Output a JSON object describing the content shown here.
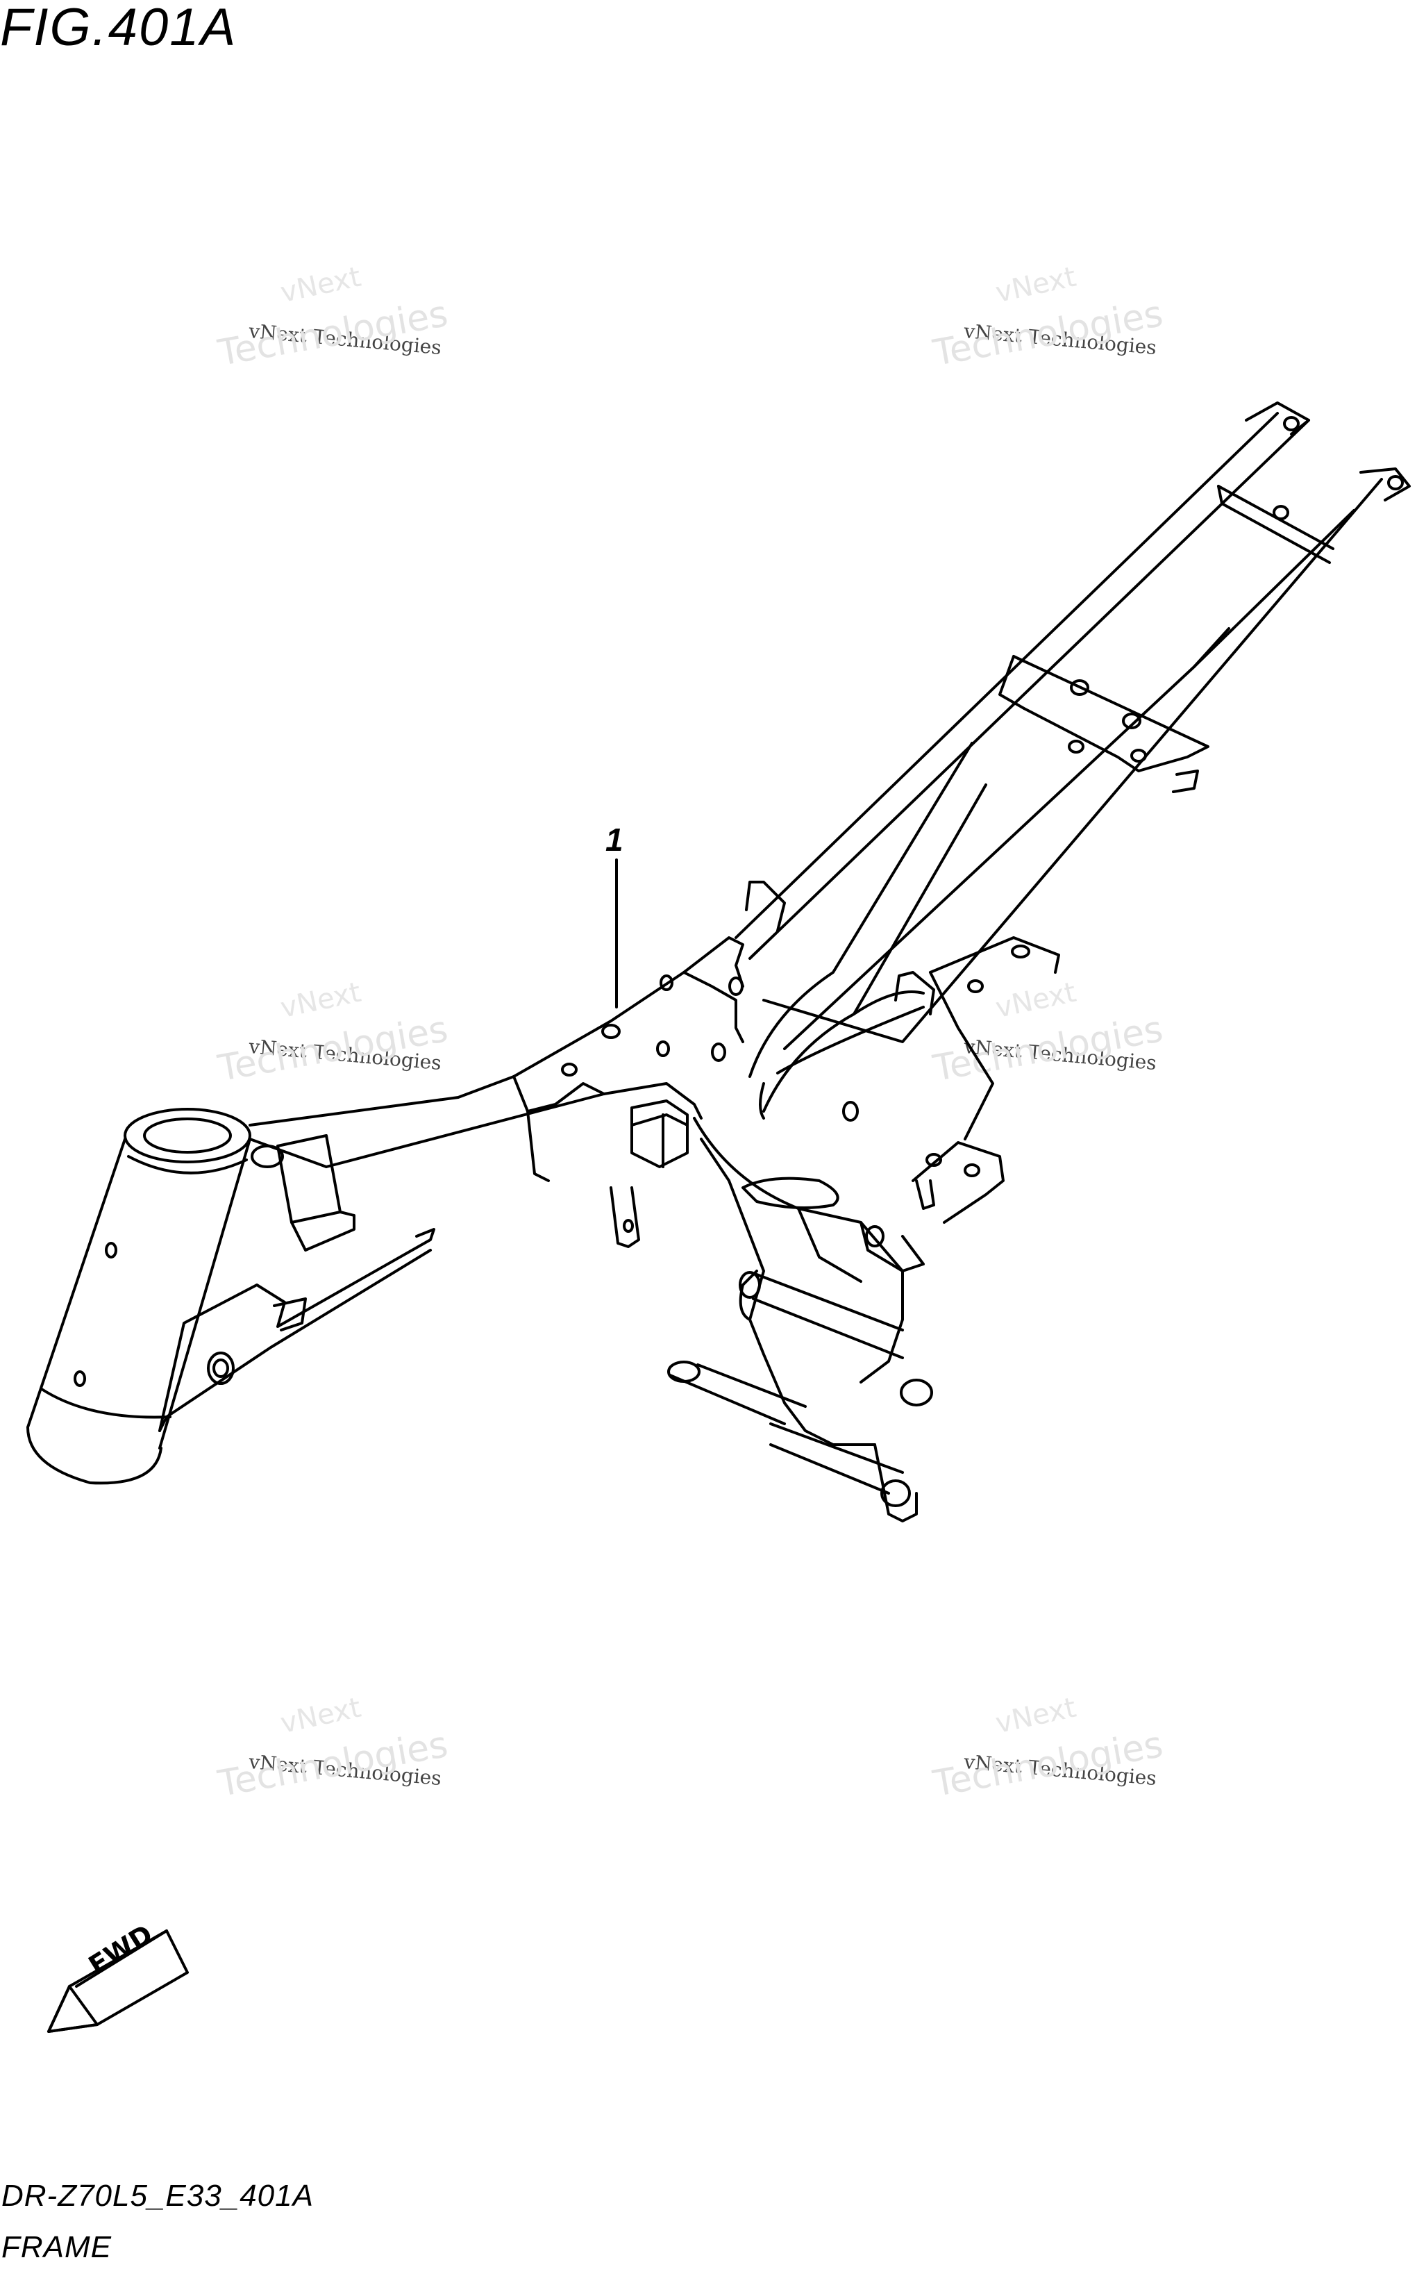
{
  "figure": {
    "title": "FIG.401A",
    "callout_number": "1",
    "code": "DR-Z70L5_E33_401A",
    "name": "FRAME",
    "fwd_label": "FWD"
  },
  "watermark": {
    "brand_top": "vNext",
    "brand_line": "vNext Technologies",
    "brand_bottom": "Technologies"
  }
}
